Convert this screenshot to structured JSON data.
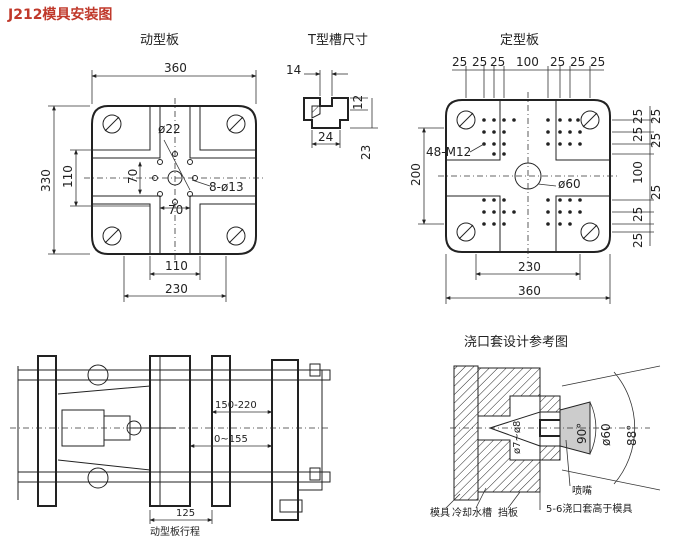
{
  "title": "J212模具安装图",
  "headings": {
    "moving_platen": "动型板",
    "t_slot": "T型槽尺寸",
    "fixed_platen": "定型板",
    "sprue": "浇口套设计参考图"
  },
  "moving": {
    "w360": "360",
    "h330": "330",
    "h110": "110",
    "d22": "ø22",
    "d70v": "70",
    "d70h": "70",
    "holes": "8-ø13",
    "w110": "110",
    "w230": "230"
  },
  "tslot": {
    "d14": "14",
    "d12": "12",
    "d24": "24",
    "d23": "23"
  },
  "fixed": {
    "top_dims": [
      "25",
      "25",
      "25",
      "100",
      "25",
      "25",
      "25"
    ],
    "right_dims": [
      "25",
      "25",
      "25",
      "25",
      "100",
      "25",
      "25",
      "25"
    ],
    "m12": "48-M12",
    "h200": "200",
    "d60": "ø60",
    "w230": "230",
    "w360": "360"
  },
  "side": {
    "stroke_range": "150-220",
    "open": "0~155",
    "travel": "125",
    "travel_label": "动型板行程"
  },
  "sprue": {
    "d60": "ø60",
    "a90": "90°",
    "a88": "88°",
    "d_small": "ø7~ø8",
    "nozzle": "喷嘴",
    "gap": "5-6浇口套高于模具",
    "mould": "模具",
    "cooling": "冷却水槽",
    "plate": "挡板"
  }
}
